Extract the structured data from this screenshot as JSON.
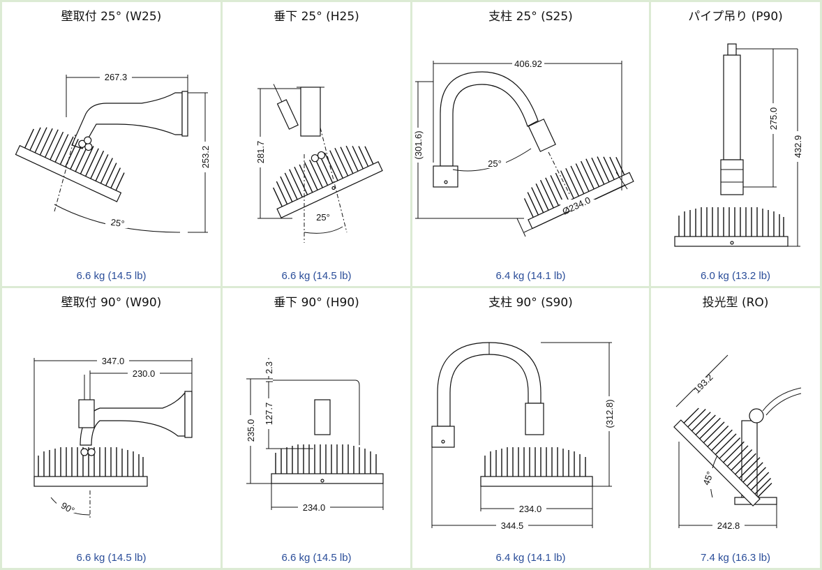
{
  "cells": [
    {
      "title": "壁取付 25° (W25)",
      "weight": "6.6 kg (14.5 lb)",
      "dims": [
        "267.3",
        "253.2",
        "25°"
      ]
    },
    {
      "title": "垂下 25° (H25)",
      "weight": "6.6 kg (14.5 lb)",
      "dims": [
        "281.7",
        "25°"
      ]
    },
    {
      "title": "支柱 25° (S25)",
      "weight": "6.4 kg (14.1 lb)",
      "dims": [
        "406.92",
        "(301.6)",
        "25°",
        "Ø234.0"
      ]
    },
    {
      "title": "パイプ吊り (P90)",
      "weight": "6.0 kg (13.2 lb)",
      "dims": [
        "275.0",
        "432.9"
      ]
    },
    {
      "title": "壁取付 90° (W90)",
      "weight": "6.6 kg (14.5 lb)",
      "dims": [
        "347.0",
        "230.0",
        "90°"
      ]
    },
    {
      "title": "垂下 90° (H90)",
      "weight": "6.6 kg (14.5 lb)",
      "dims": [
        "2.3",
        "127.7",
        "235.0",
        "234.0"
      ]
    },
    {
      "title": "支柱 90° (S90)",
      "weight": "6.4 kg (14.1 lb)",
      "dims": [
        "(312.8)",
        "234.0",
        "344.5"
      ]
    },
    {
      "title": "投光型 (RO)",
      "weight": "7.4 kg (16.3 lb)",
      "dims": [
        "193.2",
        "45°",
        "242.8"
      ]
    }
  ]
}
